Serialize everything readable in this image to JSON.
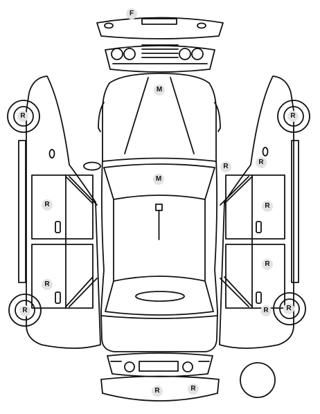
{
  "badge_color": "#e3e3e3",
  "line_color": "#111111",
  "markers": {
    "front_bumper": "F",
    "hood": "M",
    "windshield": "M",
    "mirror_right": "R",
    "left_front_wheel": "R",
    "left_front_door": "R",
    "left_rear_door": "R",
    "left_rear_wheel": "R",
    "right_front_wheel": "R",
    "right_fender": "R",
    "right_front_door": "R",
    "right_rear_door": "R",
    "right_rear_quarter": "R",
    "right_rear_wheel": "R",
    "rear_bumper_left": "R",
    "rear_bumper_right": "R"
  }
}
